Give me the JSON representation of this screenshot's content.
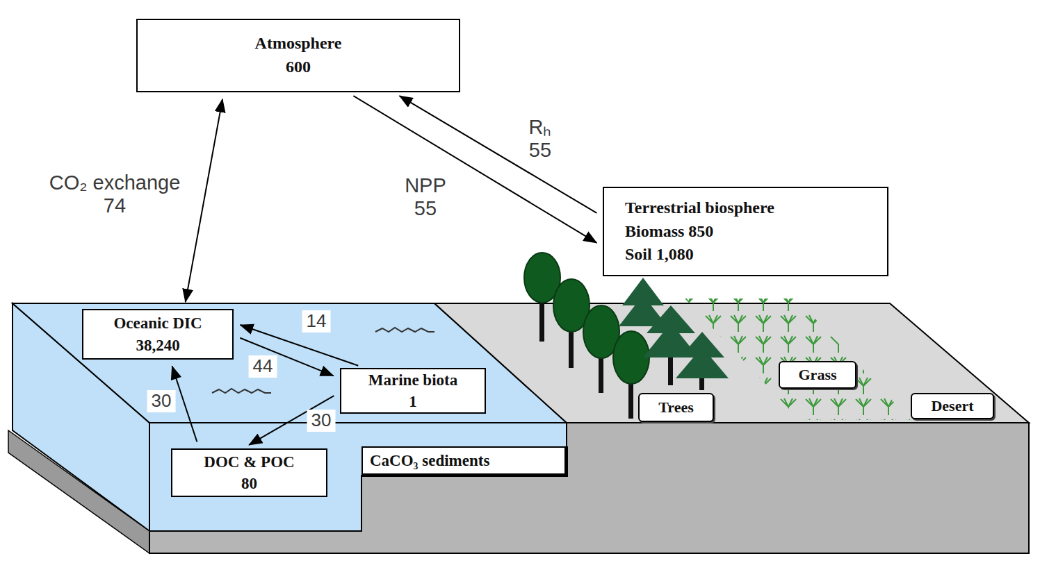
{
  "diagram": {
    "nodes": [
      {
        "text": [
          "Atmosphere",
          "600"
        ]
      },
      {
        "text": [
          "Terrestrial biosphere",
          "Biomass 850",
          "Soil 1,080"
        ]
      },
      {
        "text": [
          "Oceanic DIC",
          "38,240"
        ]
      },
      {
        "text": [
          "Marine biota",
          "1"
        ]
      },
      {
        "text": [
          "DOC & POC",
          "80"
        ]
      },
      {
        "text": [
          "CaCO₃ sediments"
        ]
      },
      {
        "text": [
          "Trees"
        ]
      },
      {
        "text": [
          "Grass"
        ]
      },
      {
        "text": [
          "Desert"
        ]
      }
    ],
    "edges": [
      {
        "from": 0,
        "to": 2,
        "arrow": "both",
        "label": "CO₂ exchange 74"
      },
      {
        "from": 0,
        "to": 1,
        "arrow": "to",
        "label": "NPP 55"
      },
      {
        "from": 1,
        "to": 0,
        "arrow": "to",
        "label": "Rₕ 55"
      },
      {
        "from": 2,
        "to": 3,
        "arrow": "to",
        "label": "44"
      },
      {
        "from": 3,
        "to": 2,
        "arrow": "to",
        "label": "14"
      },
      {
        "from": 3,
        "to": 4,
        "arrow": "to",
        "label": "30"
      },
      {
        "from": 4,
        "to": 2,
        "arrow": "to",
        "label": "30"
      }
    ]
  }
}
